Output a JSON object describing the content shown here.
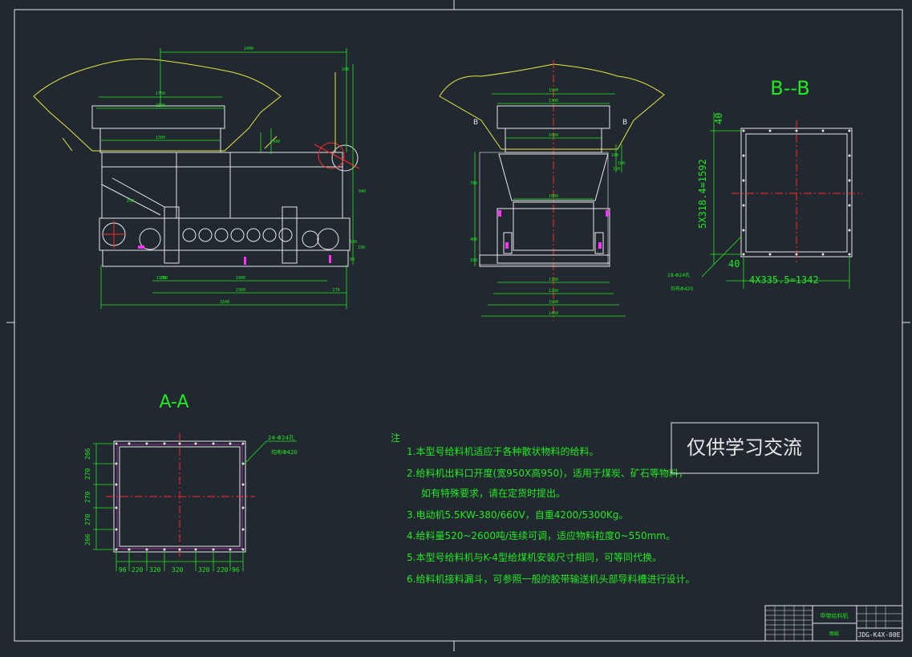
{
  "colors": {
    "background": "#212830",
    "line_white": "#e8e8e8",
    "dimension_green": "#22e822",
    "center_red": "#ff2a2a",
    "hopper_yellow": "#e6e640",
    "accent_magenta": "#ff33ff",
    "blue": "#4060ff"
  },
  "views": {
    "side": {
      "dims_top": [
        "2400",
        "1750",
        "1500",
        "1300"
      ],
      "dims_right": [
        "100",
        "340",
        "940",
        "180",
        "190",
        "90"
      ],
      "dims_bottom": [
        "1100",
        "1800",
        "2300",
        "270",
        "3100"
      ],
      "dims_left": [
        "250",
        "150"
      ]
    },
    "front": {
      "label_b": "B",
      "dims_top": [
        "1500",
        "1300",
        "1000"
      ],
      "dims_mid": [
        "1000"
      ],
      "dims_left": [
        "780",
        "400",
        "160"
      ],
      "dims_right": [
        "100",
        "100",
        "150"
      ],
      "dims_bottom": [
        "1100",
        "1300",
        "1500",
        "1450"
      ]
    },
    "section_bb": {
      "title": "B--B",
      "dim_top": "40",
      "dim_vertical": "5X318.4=1592",
      "dim_left": "40",
      "dim_horizontal": "4X335.5=1342",
      "holes_note": "18-Φ24孔",
      "hole_pitch": "均布Φ420"
    },
    "section_aa": {
      "title": "A-A",
      "holes_note": "24-Φ24孔",
      "hole_pitch": "均布Φ420",
      "dims_left": [
        "266",
        "270",
        "270",
        "270",
        "266"
      ],
      "dims_bottom": [
        "96",
        "220",
        "320",
        "320",
        "320",
        "220",
        "96"
      ]
    }
  },
  "notes": {
    "heading": "注",
    "items": [
      "1.本型号给料机适应于各种散状物料的给料。",
      "2.给料机出料口开度(宽950X高950)，适用于煤炭、矿石等物料，",
      "如有特殊要求，请在定货时提出。",
      "3.电动机5.5KW-380/660V，自重4200/5300Kg。",
      "4.给料量520~2600吨/连续可调，适应物料粒度0~550mm。",
      "5.本型号给料机与K-4型给煤机安装尺寸相同，可等同代换。",
      "6.给料机接料漏斗，可参照一般的胶带输送机头部导料槽进行设计。"
    ]
  },
  "watermark": "仅供学习交流",
  "title_block": {
    "name": "甲带给料机",
    "code": "JDG-K4X-00E",
    "scale_label": "图纸"
  }
}
